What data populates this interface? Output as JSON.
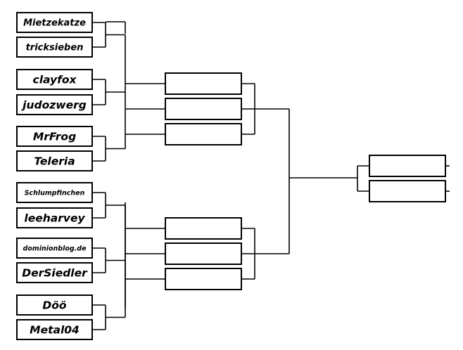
{
  "bracket": {
    "upper_groups": [
      [
        "Mietzekatze",
        "tricksieben"
      ],
      [
        "clayfox",
        "judozwerg"
      ],
      [
        "MrFrog",
        "Teleria"
      ]
    ],
    "lower_groups": [
      [
        "Schlumpfinchen",
        "leeharvey"
      ],
      [
        "dominionblog.de",
        "DerSiedler"
      ],
      [
        "Döö",
        "Metal04"
      ]
    ],
    "semifinal_slots": [
      "",
      "",
      "",
      "",
      "",
      ""
    ],
    "final_slots": [
      "",
      ""
    ]
  }
}
